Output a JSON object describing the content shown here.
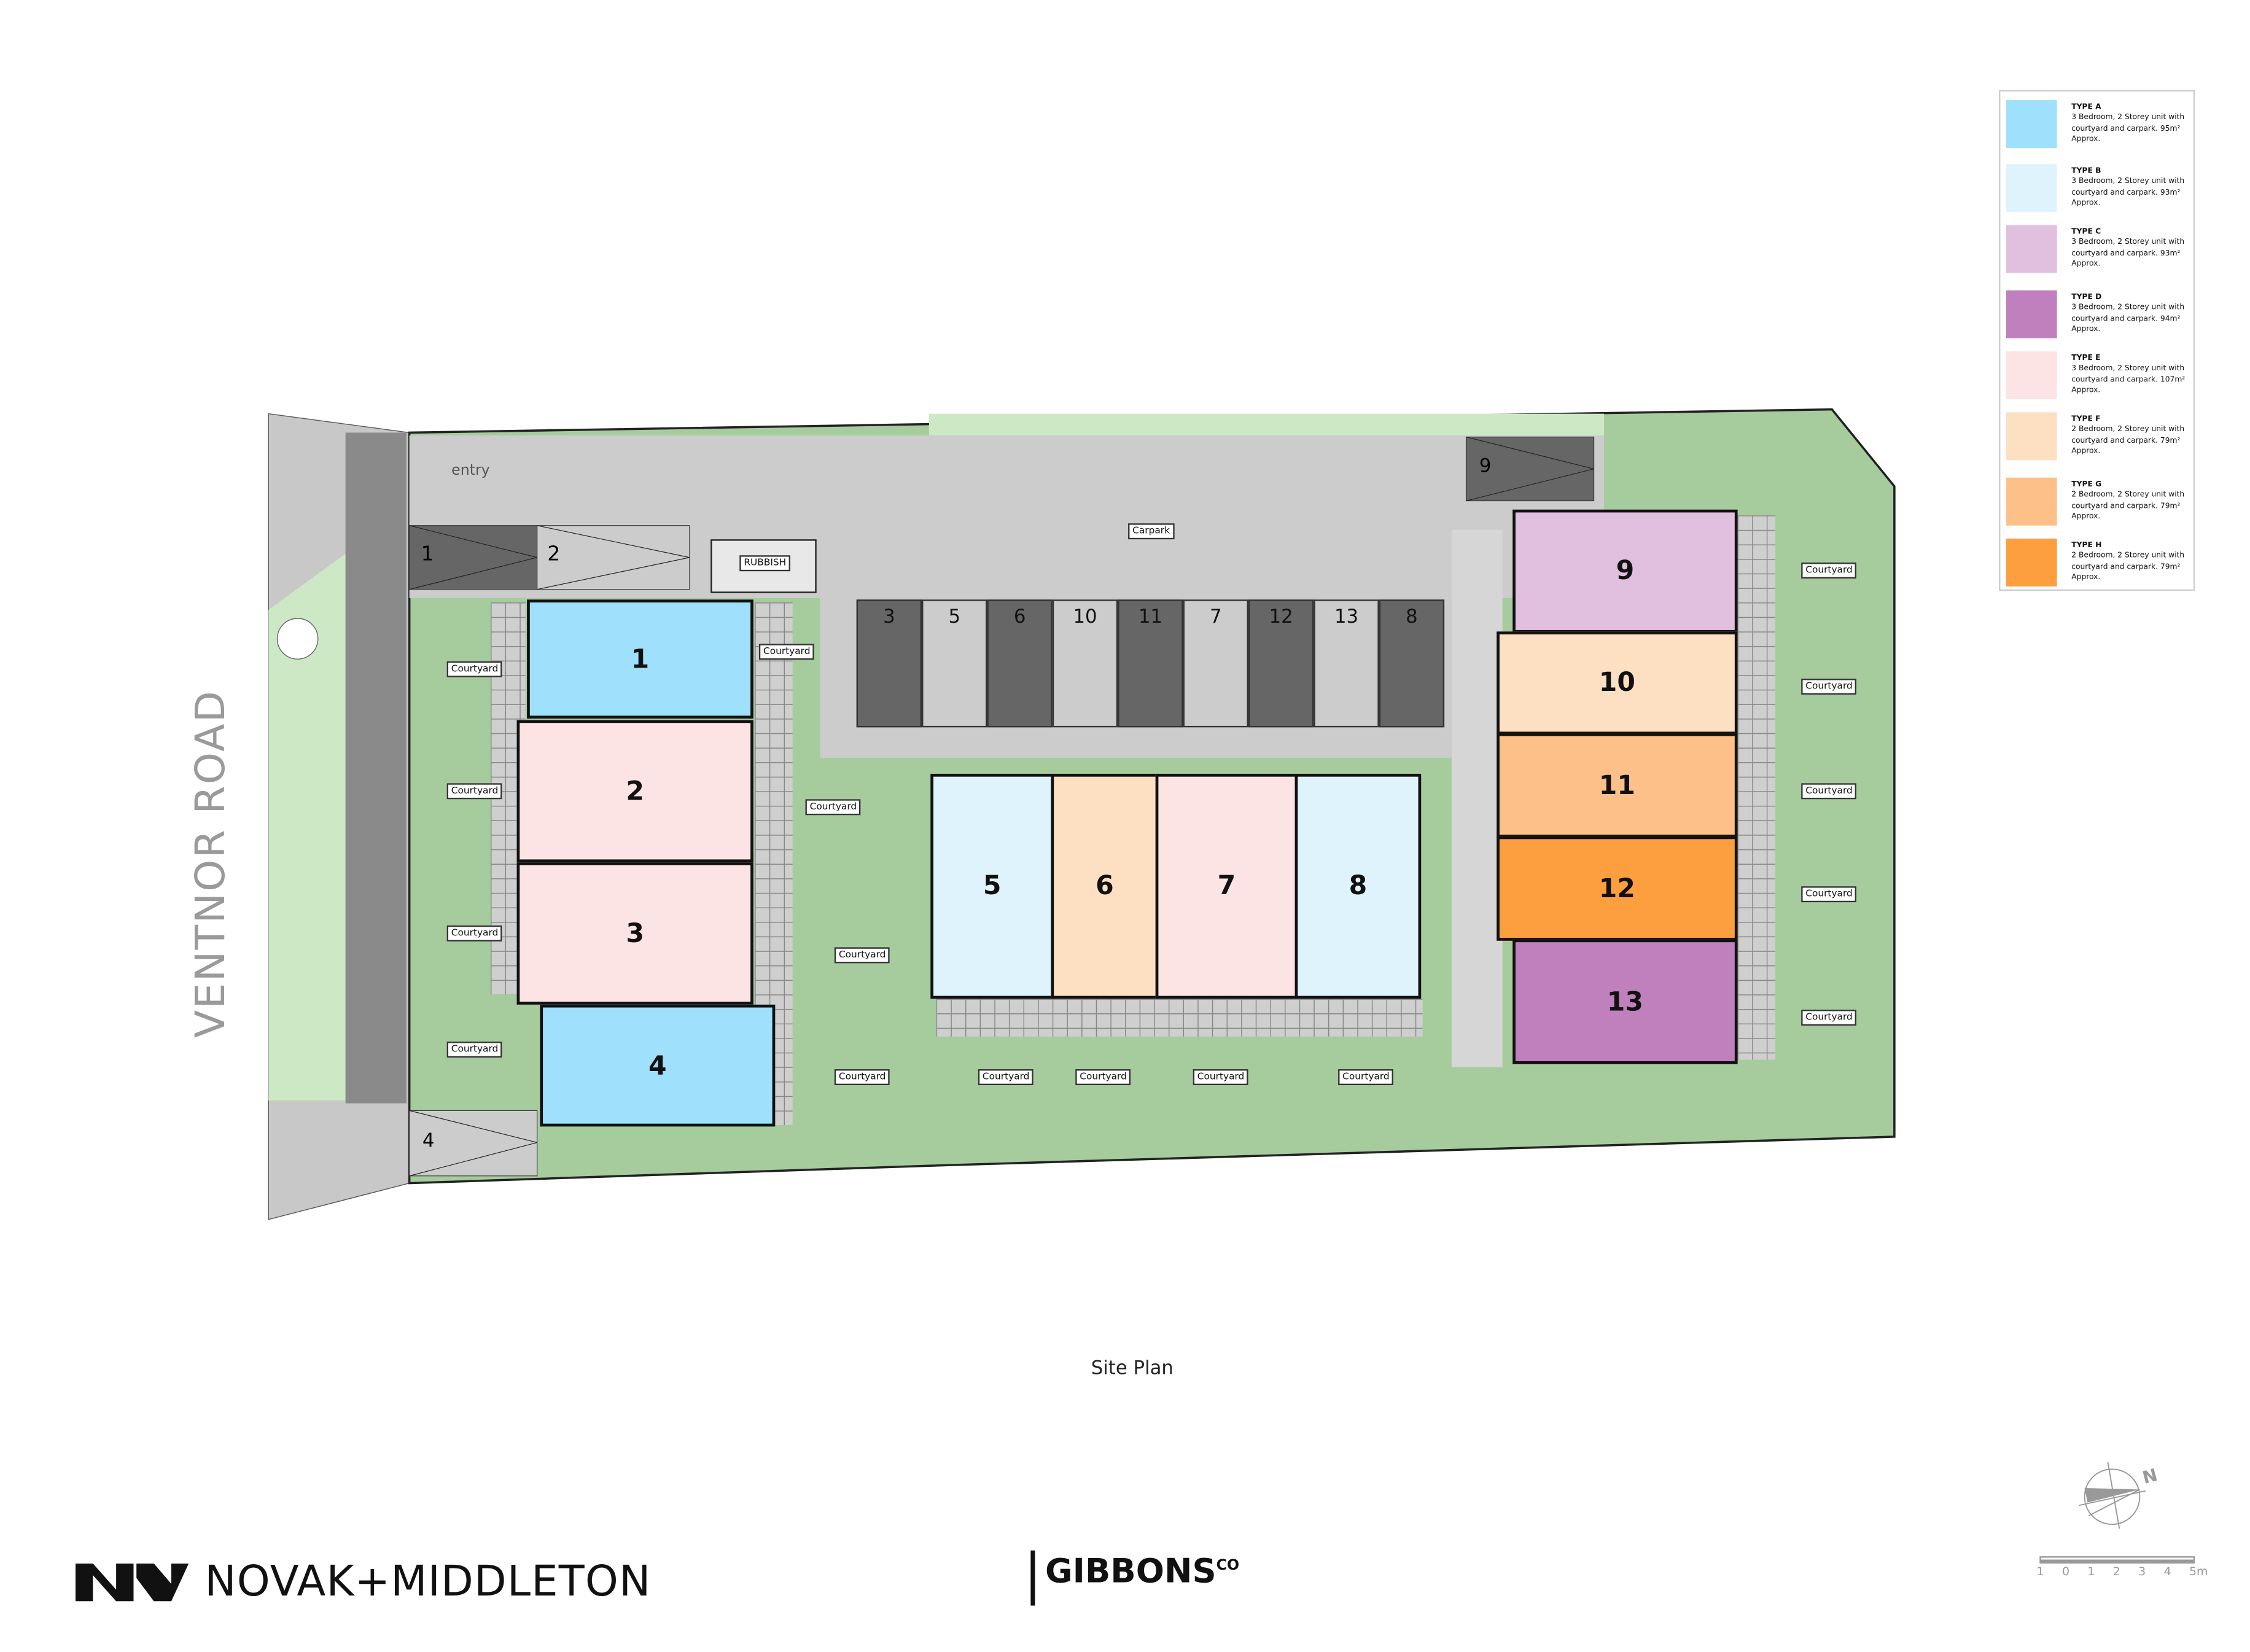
{
  "title": "Site Plan",
  "road_name": "VENTNOR ROAD",
  "entry_label": "entry",
  "carpark_label": "Carpark",
  "rubbish_label": "RUBBISH",
  "courtyard_label": "Courtyard",
  "carpark_bays_top_left": [
    "1",
    "2"
  ],
  "carpark_bay_bottom_left": "4",
  "carpark_bay_right": "9",
  "carpark_bays_row": [
    "3",
    "5",
    "6",
    "10",
    "11",
    "7",
    "12",
    "13",
    "8"
  ],
  "units": [
    {
      "number": "1",
      "type": "A"
    },
    {
      "number": "2",
      "type": "E"
    },
    {
      "number": "3",
      "type": "E"
    },
    {
      "number": "4",
      "type": "A"
    },
    {
      "number": "5",
      "type": "B"
    },
    {
      "number": "6",
      "type": "F"
    },
    {
      "number": "7",
      "type": "E"
    },
    {
      "number": "8",
      "type": "B"
    },
    {
      "number": "9",
      "type": "C"
    },
    {
      "number": "10",
      "type": "F"
    },
    {
      "number": "11",
      "type": "G"
    },
    {
      "number": "12",
      "type": "H"
    },
    {
      "number": "13",
      "type": "D"
    }
  ],
  "legend": [
    {
      "type": "TYPE A",
      "desc": "3 Bedroom, 2 Storey unit with courtyard and carpark. 95m² Approx.",
      "color": "#9fe0fc"
    },
    {
      "type": "TYPE B",
      "desc": "3 Bedroom, 2 Storey unit with courtyard and carpark. 93m² Approx.",
      "color": "#dff3fd"
    },
    {
      "type": "TYPE C",
      "desc": "3 Bedroom, 2 Storey unit with courtyard and carpark. 93m² Approx.",
      "color": "#e0bfdf"
    },
    {
      "type": "TYPE D",
      "desc": "3 Bedroom, 2 Storey unit with courtyard and carpark. 94m² Approx.",
      "color": "#bf80bd"
    },
    {
      "type": "TYPE E",
      "desc": "3 Bedroom, 2 Storey unit with courtyard and carpark. 107m² Approx.",
      "color": "#fde4e4"
    },
    {
      "type": "TYPE F",
      "desc": "2 Bedroom, 2 Storey unit with courtyard and carpark. 79m² Approx.",
      "color": "#fde0c2"
    },
    {
      "type": "TYPE G",
      "desc": "2 Bedroom, 2 Storey unit with courtyard and carpark. 79m² Approx.",
      "color": "#fdc088"
    },
    {
      "type": "TYPE H",
      "desc": "2 Bedroom, 2 Storey unit with courtyard and carpark. 79m² Approx.",
      "color": "#fd9f3f"
    }
  ],
  "colors": {
    "lawn": "#a6cc9e",
    "verge": "#cde8c4",
    "paving": "#cccccc",
    "bay_dark": "#666666"
  },
  "compass_label": "N",
  "scale_labels": [
    "1",
    "0",
    "1",
    "2",
    "3",
    "4",
    "5m"
  ],
  "logo_left": "NOVAK+MIDDLETON",
  "logo_right": "GIBBONS",
  "logo_right_suffix": "CO"
}
